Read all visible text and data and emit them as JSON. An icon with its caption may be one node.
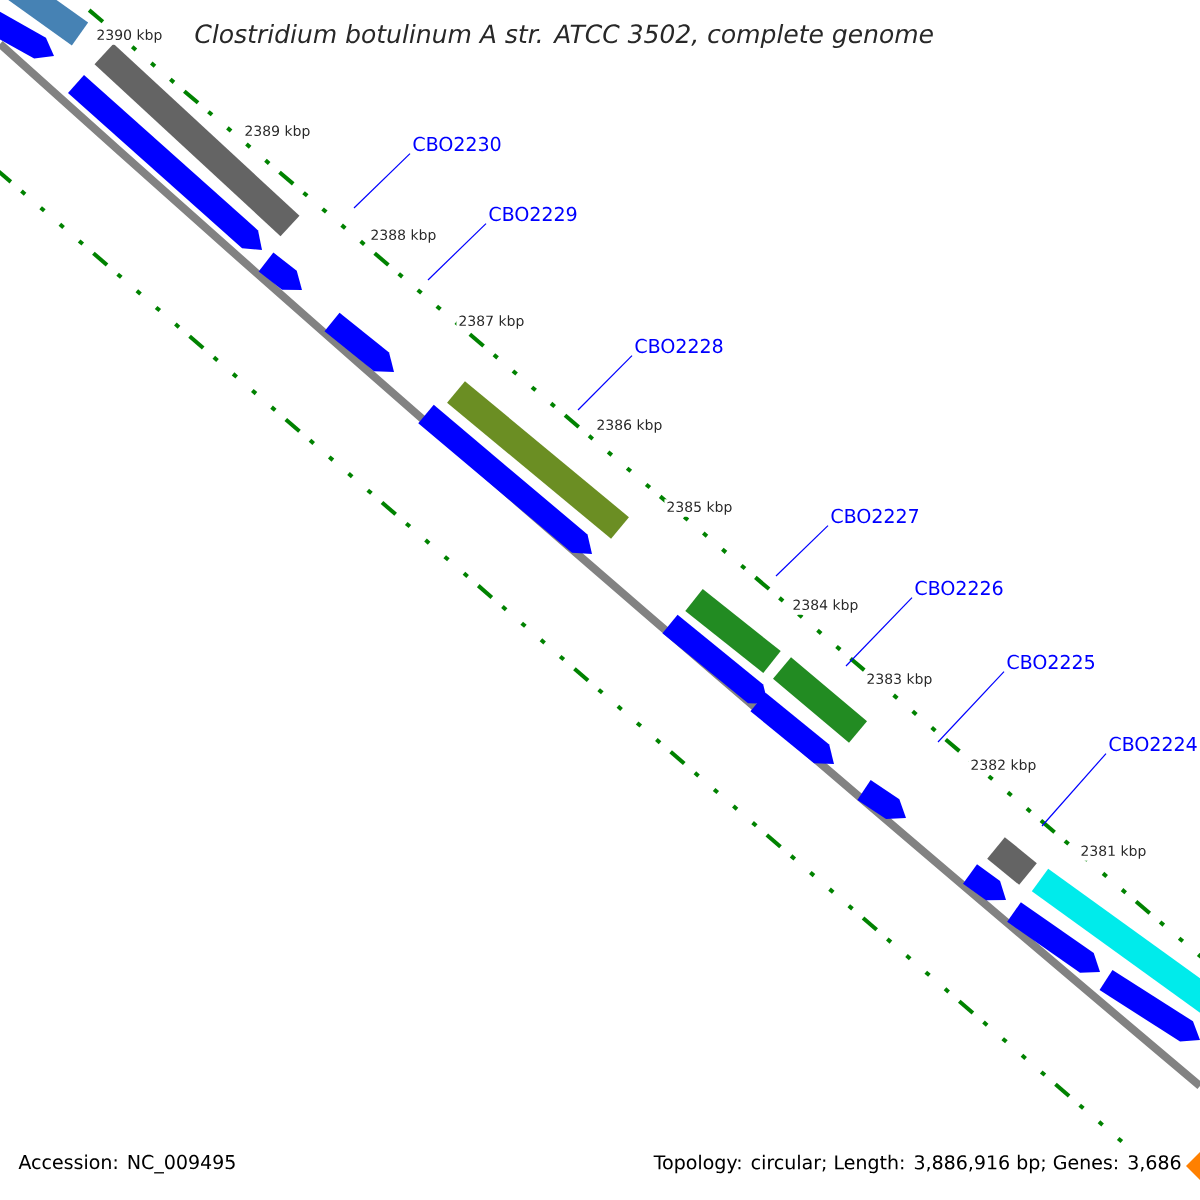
{
  "diagram": {
    "title": "Clostridium botulinum A str. ATCC 3502, complete genome",
    "nodes": [
      {
        "text": [
          "CBO2230"
        ]
      },
      {
        "text": [
          "CBO2229"
        ]
      },
      {
        "text": [
          "CBO2228"
        ]
      },
      {
        "text": [
          "CBO2227"
        ]
      },
      {
        "text": [
          "CBO2226"
        ]
      },
      {
        "text": [
          "CBO2225"
        ]
      },
      {
        "text": [
          "CBO2224"
        ]
      }
    ],
    "edges": [
      {
        "from": 0,
        "to": null,
        "arrow": "none"
      },
      {
        "from": 1,
        "to": null,
        "arrow": "none"
      },
      {
        "from": 2,
        "to": null,
        "arrow": "none"
      },
      {
        "from": 3,
        "to": null,
        "arrow": "none"
      },
      {
        "from": 4,
        "to": null,
        "arrow": "none"
      },
      {
        "from": 5,
        "to": null,
        "arrow": "none"
      },
      {
        "from": 6,
        "to": null,
        "arrow": "none"
      }
    ],
    "labels": [
      "2390 kbp",
      "2389 kbp",
      "2388 kbp",
      "2387 kbp",
      "2386 kbp",
      "2385 kbp",
      "2384 kbp",
      "2383 kbp",
      "2382 kbp",
      "2381 kbp",
      "Accession: NC_009495",
      "Topology: circular; Length: 3,886,916 bp; Genes: 3,686"
    ]
  }
}
